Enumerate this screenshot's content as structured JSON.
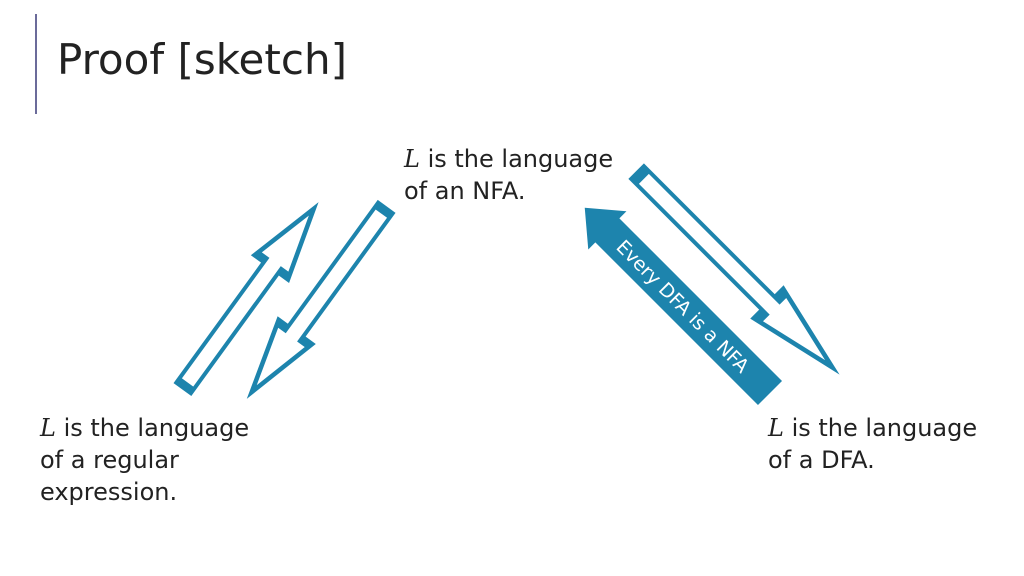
{
  "slide": {
    "title": "Proof [sketch]"
  },
  "nodes": {
    "nfa": {
      "var": "L",
      "line1": "is the language",
      "line2": "of an NFA."
    },
    "regex": {
      "var": "L",
      "line1": "is the language",
      "line2": "of a regular",
      "line3": "expression."
    },
    "dfa": {
      "var": "L",
      "line1": "is the language",
      "line2": "of a DFA."
    }
  },
  "arrows": {
    "dfa_to_nfa_label": "Every DFA is a NFA"
  },
  "colors": {
    "accent": "#1d84ad",
    "title_rule": "#6b6b9a",
    "text": "#222222"
  }
}
